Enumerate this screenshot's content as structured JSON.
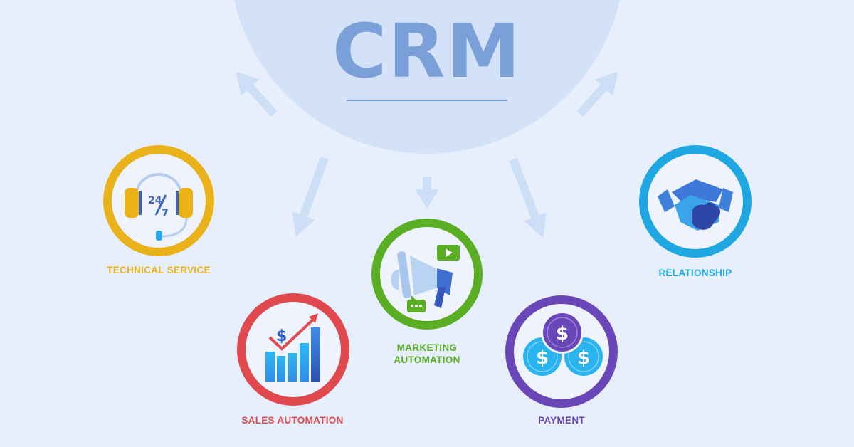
{
  "title": "CRM",
  "colors": {
    "background": "#e7effd",
    "hub": "#d3e2f8",
    "title": "#7b9fd8",
    "arrows": "#cddff6"
  },
  "nodes": [
    {
      "id": "technical-service",
      "label": "TECHNICAL SERVICE",
      "icon": "headset-24-7-icon",
      "icon_text": "24/7",
      "color": "#e9b21a"
    },
    {
      "id": "sales-automation",
      "label": "SALES AUTOMATION",
      "icon": "sales-growth-chart-icon",
      "icon_text": "$",
      "color": "#e04a4e"
    },
    {
      "id": "marketing-automation",
      "label_line1": "MARKETING",
      "label_line2": "AUTOMATION",
      "icon": "megaphone-icon",
      "color": "#5aae23"
    },
    {
      "id": "payment",
      "label": "PAYMENT",
      "icon": "coins-dollar-icon",
      "icon_text": "$",
      "color": "#6a47b8"
    },
    {
      "id": "relationship",
      "label": "RELATIONSHIP",
      "icon": "handshake-icon",
      "color": "#1ea7e1"
    }
  ]
}
